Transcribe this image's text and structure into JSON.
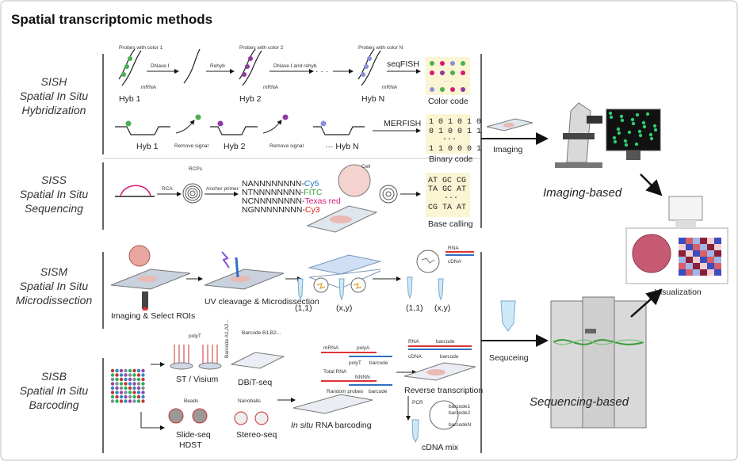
{
  "title": "Spatial transcriptomic methods",
  "categories": {
    "sish": {
      "abbr": "SISH",
      "line1": "Spatial In Situ",
      "line2": "Hybridization"
    },
    "siss": {
      "abbr": "SISS",
      "line1": "Spatial In Situ",
      "line2": "Sequencing"
    },
    "sism": {
      "abbr": "SISM",
      "line1": "Spatial In Situ",
      "line2": "Microdissection"
    },
    "sisb": {
      "abbr": "SISB",
      "line1": "Spatial In Situ",
      "line2": "Barcoding"
    }
  },
  "seqfish": {
    "probes1": "Probes with color 1",
    "probes2": "Probes with color 2",
    "probesN": "Probes with color N",
    "dnase": "DNase Ⅰ",
    "rehyb": "Rehyb",
    "dnase_rehyb": "DNase Ⅰ and rehyb",
    "mrna": "mRNA",
    "hyb1": "Hyb 1",
    "hyb2": "Hyb 2",
    "hybN": "Hyb N",
    "method": "seqFISH",
    "output": "Color code",
    "ellipsis": "· · ·"
  },
  "merfish": {
    "hyb1": "Hyb 1",
    "remove1": "Remove signal",
    "hyb2": "Hyb 2",
    "remove2": "Remove signal",
    "hybN": "··· Hyb N",
    "method": "MERFISH",
    "codes": [
      "1 0 1 0 1 0",
      "0 1 0 0 1 1",
      "···",
      "1 1 0 0 0 1"
    ],
    "output": "Binary code"
  },
  "siss_panel": {
    "rcps": "RCPs",
    "rca": "RCA",
    "anchor": "Anchor primer",
    "seqs": [
      {
        "base": "NANNNNNNNN-",
        "dye": "Cy5",
        "color": "#1f6fc4"
      },
      {
        "base": "NTNNNNNNNN-",
        "dye": "FITC",
        "color": "#3aa63a"
      },
      {
        "base": "NCNNNNNNNN-",
        "dye": "Texas red",
        "color": "#d6197a"
      },
      {
        "base": "NGNNNNNNNN-",
        "dye": "Cy3",
        "color": "#e02020"
      }
    ],
    "cell": "Cell",
    "calls": [
      "AT  GC  CG",
      "TA  GC  AT",
      "···",
      "CG  TA  AT"
    ],
    "output": "Base calling"
  },
  "sism_panel": {
    "step1": "Imaging & Select ROIs",
    "step2": "UV cleavage & Microdissection",
    "t1": "(1,1)",
    "t2": "(x,y)",
    "t3": "(1,1)",
    "t4": "(x,y)",
    "rna": "RNA",
    "cdna": "cDNA"
  },
  "sisb_panel": {
    "polyt": "polyT",
    "st": "ST / Visium",
    "barcode_a": "Barcode A1,A2...",
    "barcode_b": "Barcode B1,B2...",
    "dbit": "DBiT-seq",
    "beads": "Beads",
    "nanoballs": "Nanoballs",
    "slide": "Slide-seq",
    "hdst": "HDST",
    "stereo": "Stereo-seq",
    "mrna": "mRNA",
    "polya": "polyA",
    "polyt2": "polyT",
    "barcode": "barcode",
    "total_rna": "Total RNA",
    "nnnn": "NNNN",
    "random": "Random probes",
    "barcode2": "barcode",
    "insitu_em": "In situ",
    "insitu_rest": " RNA barcoding",
    "rna": "RNA",
    "barcode3": "barcode",
    "cdna": "cDNA",
    "barcode4": "barcode",
    "rt": "Reverse transcription",
    "pcr": "PCR",
    "bc1": "barcode1",
    "bc2": "barcode2",
    "bcn": "barcodeN",
    "mix": "cDNA mix"
  },
  "right": {
    "imaging": "Imaging",
    "imaging_based": "Imaging-based",
    "sequencing": "Sequceing",
    "sequencing_based": "Sequencing-based",
    "visualization": "Visualization"
  }
}
